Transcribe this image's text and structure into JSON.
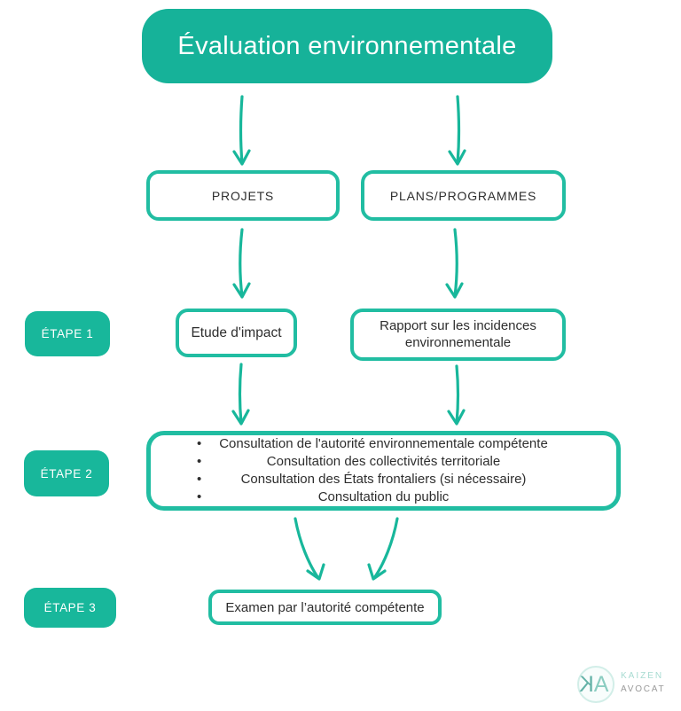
{
  "colors": {
    "accent_fill": "#16b299",
    "accent_border": "#21bda2",
    "text_dark": "#2e2e2e",
    "logo_teal": "#64b2a7",
    "logo_light_teal": "#a7dbd1",
    "logo_gray": "#9a9a9a"
  },
  "title": "Évaluation environnementale",
  "nodes": {
    "projets": "PROJETS",
    "plans": "PLANS/PROGRAMMES",
    "etude": "Etude d'impact",
    "rapport": "Rapport sur les incidences environnementale",
    "examen": "Examen par l’autorité compétente"
  },
  "steps": [
    {
      "label": "ÉTAPE 1"
    },
    {
      "label": "ÉTAPE 2"
    },
    {
      "label": "ÉTAPE 3"
    }
  ],
  "consultation": {
    "bullet": "•",
    "items": [
      "Consultation de l'autorité environnementale compétente",
      "Consultation des collectivités territoriale",
      "Consultation des États frontaliers (si nécessaire)",
      "Consultation du public"
    ]
  },
  "logo": {
    "monogram_k": "K",
    "monogram_a": "A",
    "name": "KAIZEN",
    "subname": "AVOCAT"
  }
}
